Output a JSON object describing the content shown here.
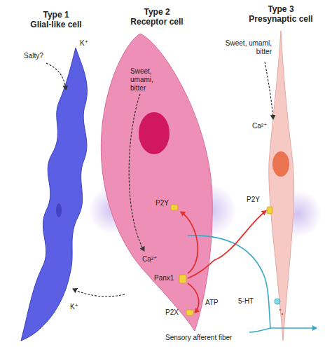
{
  "diagram": {
    "nodes": [
      {
        "text": [
          "Type 1",
          "Glial-like cell"
        ]
      },
      {
        "text": [
          "Type 2",
          "Receptor cell"
        ]
      },
      {
        "text": [
          "Type 3",
          "Presynaptic cell"
        ]
      }
    ],
    "edges": [
      {
        "from": 1,
        "to": 2,
        "arrow": "to"
      }
    ],
    "labels": [
      "Salty?",
      "K⁺",
      "Sweet, umami, bitter",
      "Ca²⁺",
      "P2Y",
      "Panx1",
      "ATP",
      "P2X",
      "P2Y",
      "Sweet, umami, bitter",
      "Ca²⁺",
      "5-HT",
      "Sensory afferent fiber",
      "K⁺"
    ]
  }
}
